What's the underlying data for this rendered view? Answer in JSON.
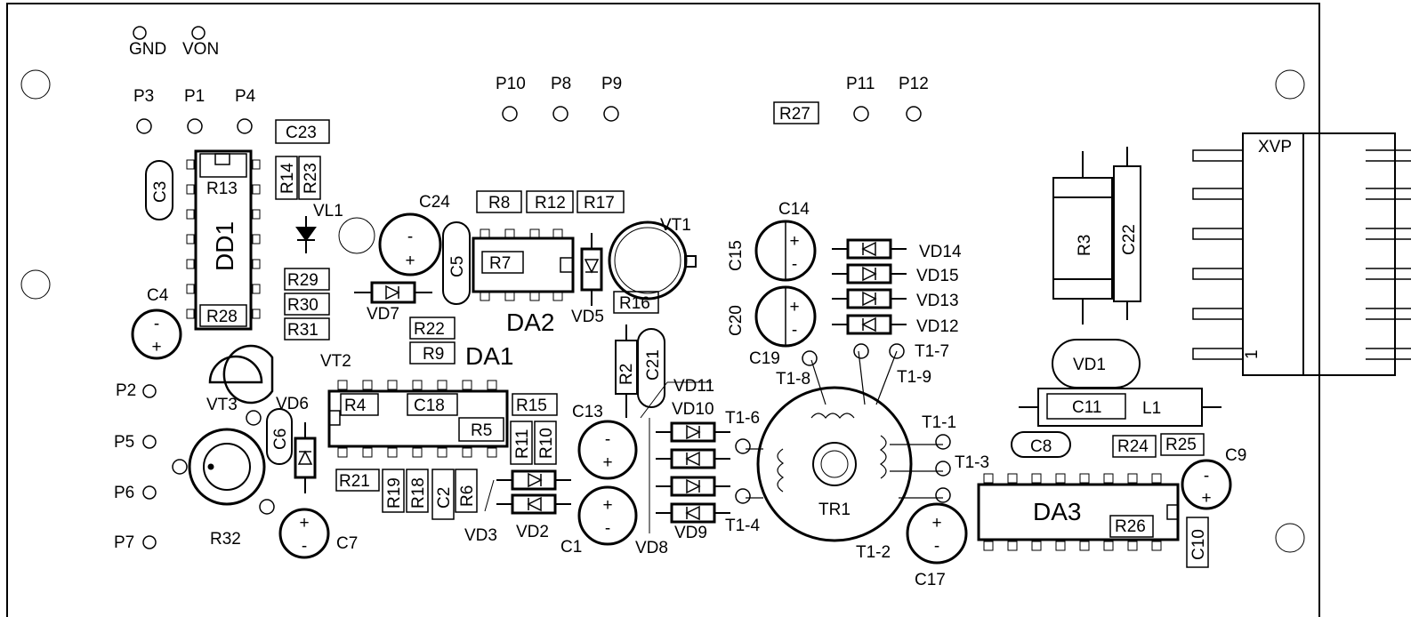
{
  "power": [
    "GND",
    "VON"
  ],
  "test_points": [
    "P1",
    "P2",
    "P3",
    "P4",
    "P5",
    "P6",
    "P7",
    "P8",
    "P9",
    "P10",
    "P11",
    "P12"
  ],
  "ics": [
    "DD1",
    "DA1",
    "DA2",
    "DA3"
  ],
  "resistors": [
    "R2",
    "R3",
    "R4",
    "R5",
    "R6",
    "R7",
    "R8",
    "R9",
    "R10",
    "R11",
    "R12",
    "R13",
    "R14",
    "R15",
    "R16",
    "R17",
    "R18",
    "R19",
    "R21",
    "R22",
    "R23",
    "R24",
    "R25",
    "R26",
    "R27",
    "R28",
    "R29",
    "R30",
    "R31",
    "R32"
  ],
  "capacitors": [
    "C1",
    "C2",
    "C3",
    "C4",
    "C5",
    "C6",
    "C7",
    "C8",
    "C9",
    "C10",
    "C11",
    "C13",
    "C14",
    "C15",
    "C17",
    "C18",
    "C19",
    "C20",
    "C21",
    "C22",
    "C23",
    "C24"
  ],
  "diodes": [
    "VD1",
    "VD2",
    "VD3",
    "VD5",
    "VD6",
    "VD7",
    "VD8",
    "VD9",
    "VD10",
    "VD11",
    "VD12",
    "VD13",
    "VD14",
    "VD15",
    "VL1"
  ],
  "transistors": [
    "VT1",
    "VT2",
    "VT3"
  ],
  "inductor": "L1",
  "transformer": "TR1",
  "transformer_pins": [
    "T1-1",
    "T1-2",
    "T1-3",
    "T1-4",
    "T1-6",
    "T1-7",
    "T1-8",
    "T1-9"
  ],
  "connector": {
    "name": "XVP",
    "pin1": "1"
  }
}
